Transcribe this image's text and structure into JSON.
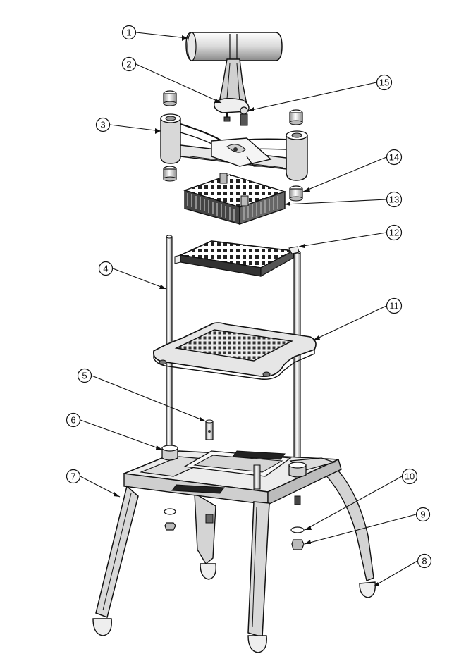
{
  "diagram": {
    "type": "exploded-assembly",
    "colors": {
      "line": "#111111",
      "fill_light": "#f2f2f2",
      "fill_mid": "#cfcfcf",
      "fill_dark": "#555555",
      "background": "#ffffff"
    },
    "callouts": [
      {
        "id": "c1",
        "label": "1"
      },
      {
        "id": "c2",
        "label": "2"
      },
      {
        "id": "c3",
        "label": "3"
      },
      {
        "id": "c4",
        "label": "4"
      },
      {
        "id": "c5",
        "label": "5"
      },
      {
        "id": "c6",
        "label": "6"
      },
      {
        "id": "c7",
        "label": "7"
      },
      {
        "id": "c8",
        "label": "8"
      },
      {
        "id": "c9",
        "label": "9"
      },
      {
        "id": "c10",
        "label": "10"
      },
      {
        "id": "c11",
        "label": "11"
      },
      {
        "id": "c12",
        "label": "12"
      },
      {
        "id": "c13",
        "label": "13"
      },
      {
        "id": "c14",
        "label": "14"
      },
      {
        "id": "c15",
        "label": "15"
      }
    ]
  }
}
